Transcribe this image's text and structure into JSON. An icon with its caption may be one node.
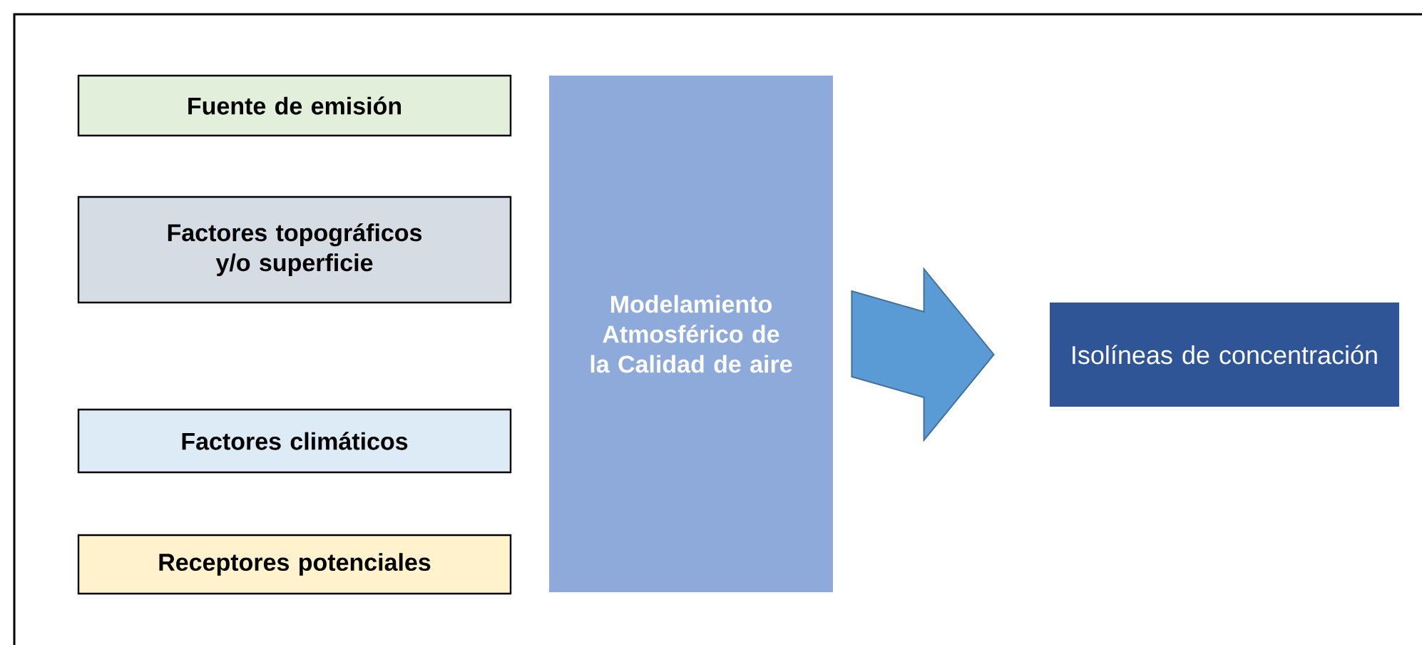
{
  "diagram": {
    "nodes": [
      {
        "text": [
          "Fuente de emisión"
        ]
      },
      {
        "text": [
          "Factores topográficos y/o superficie"
        ]
      },
      {
        "text": [
          "Factores climáticos"
        ]
      },
      {
        "text": [
          "Receptores potenciales"
        ]
      },
      {
        "text": [
          "Modelamiento Atmosférico de la Calidad de aire"
        ]
      },
      {
        "text": [
          "Isolíneas de concentración"
        ]
      }
    ],
    "edges": [
      {
        "from": 4,
        "to": 5,
        "arrow": "to"
      }
    ]
  }
}
